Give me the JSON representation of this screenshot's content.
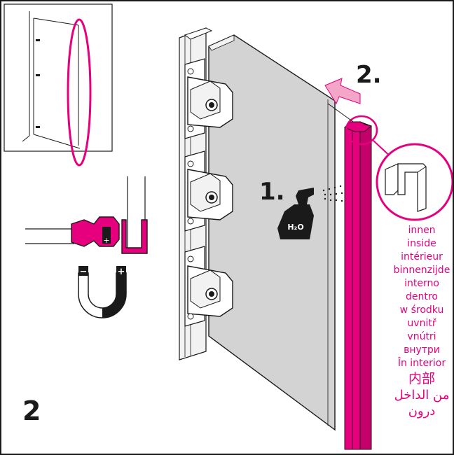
{
  "step": {
    "number": "2",
    "sub_step_1": "1.",
    "sub_step_2": "2."
  },
  "inside_labels": [
    "innen",
    "inside",
    "intérieur",
    "binnenzijde",
    "interno",
    "dentro",
    "w środku",
    "uvnitř",
    "vnútri",
    "внутри",
    "În interior",
    "内部",
    "من الداخل",
    "درون"
  ],
  "spray_bottle_label": "H₂O",
  "magnet_poles": {
    "negative": "−",
    "positive": "+"
  },
  "colors": {
    "accent": "#e6007e",
    "line": "#1a1a1a",
    "panel": "#d3d3d3",
    "frame": "#f2f2f2"
  },
  "icons": [
    "spray-bottle-icon",
    "arrow-icon",
    "magnet-icon"
  ]
}
